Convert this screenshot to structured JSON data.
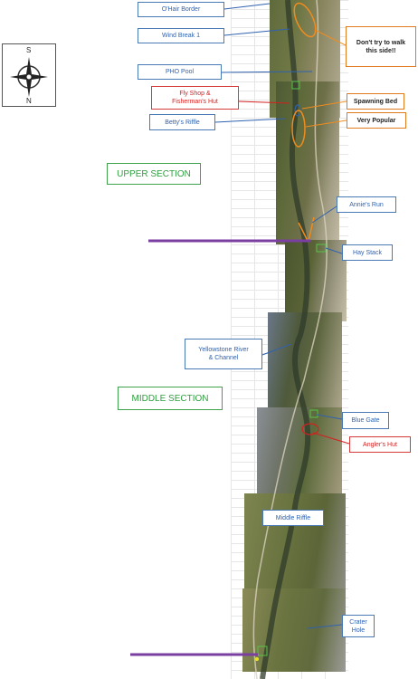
{
  "compass": {
    "north": "N",
    "south": "S"
  },
  "sections": {
    "upper": "UPPER SECTION",
    "middle": "MIDDLE SECTION"
  },
  "labels": {
    "ohair_border": "O'Hair Border",
    "wind_break": "Wind Break 1",
    "pho_pool": "PHO Pool",
    "fly_shop": "Fly Shop &\nFisherman's Hut",
    "bettys_riffle": "Betty's Riffle",
    "dont_walk": "Don't try to walk\nthis side!!",
    "spawning_bed": "Spawning Bed",
    "very_popular": "Very Popular",
    "annies_run": "Annie's Run",
    "hay_stack": "Hay Stack",
    "yellowstone": "Yellowstone River\n& Channel",
    "blue_gate": "Blue Gate",
    "anglers_hut": "Angler's Hut",
    "middle_riffle": "Middle Riffle",
    "crater_hole": "Crater\nHole"
  },
  "colors": {
    "blue_label": "#2f62b0",
    "red_label": "#d42020",
    "section_green": "#2e9e3e",
    "orange_marker": "#f08c1e",
    "divider_purple": "#7a3fa0"
  }
}
